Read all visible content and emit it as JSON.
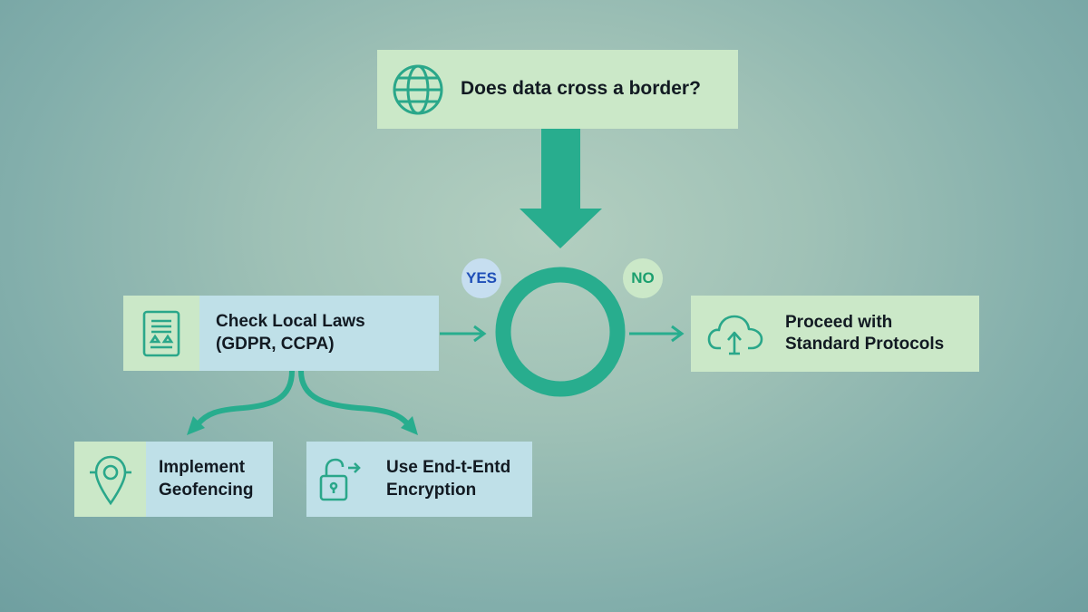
{
  "diagram": {
    "question": {
      "text": "Does data cross a border?",
      "icon": "globe-icon"
    },
    "decision": {
      "yes_label": "YES",
      "no_label": "NO"
    },
    "yes_branch": {
      "text": "Check Local Laws\n(GDPR, CCPA)",
      "icon": "law-document-icon"
    },
    "no_branch": {
      "text": "Proceed with\nStandard Protocols",
      "icon": "cloud-upload-icon"
    },
    "sub_steps": [
      {
        "text": "Implement\nGeofencing",
        "icon": "map-pin-icon"
      },
      {
        "text": "Use End-t-Entd\nEncryption",
        "icon": "unlock-icon"
      }
    ]
  },
  "colors": {
    "accent": "#28ad8e",
    "green_box": "#cbe8c8",
    "blue_box": "#bfe0e8",
    "yes_text": "#1f4fb8",
    "no_text": "#1b9f6e"
  }
}
